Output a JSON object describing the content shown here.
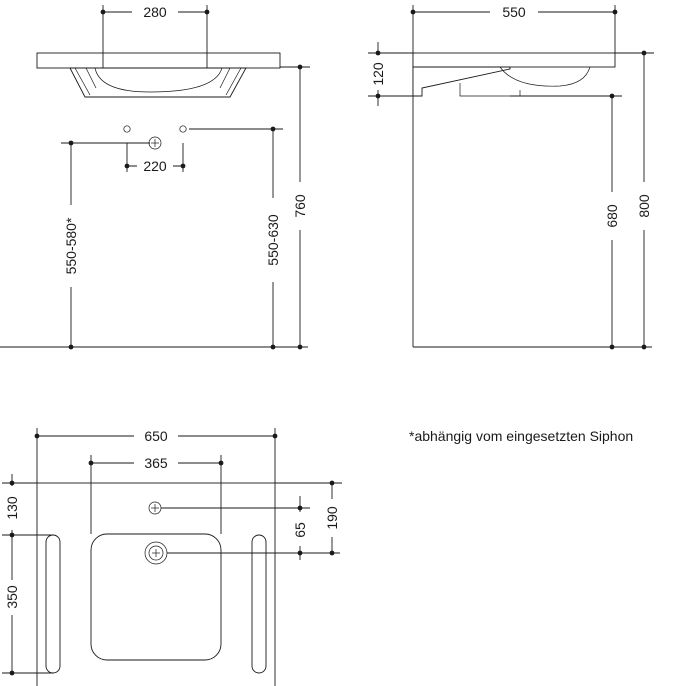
{
  "front_view": {
    "tap_spacing": "280",
    "waste_spacing": "220",
    "height_left": "550-580*",
    "height_right": "550-630",
    "total_height": "760"
  },
  "side_view": {
    "depth": "550",
    "rim_height": "120",
    "under_height": "680",
    "total_height": "800"
  },
  "plan_view": {
    "width": "650",
    "inner_width": "365",
    "top_offset": "130",
    "bowl_depth": "350",
    "tap_to_drain": "65",
    "drain_from_back": "190"
  },
  "footnote": "*abhängig vom eingesetzten Siphon"
}
